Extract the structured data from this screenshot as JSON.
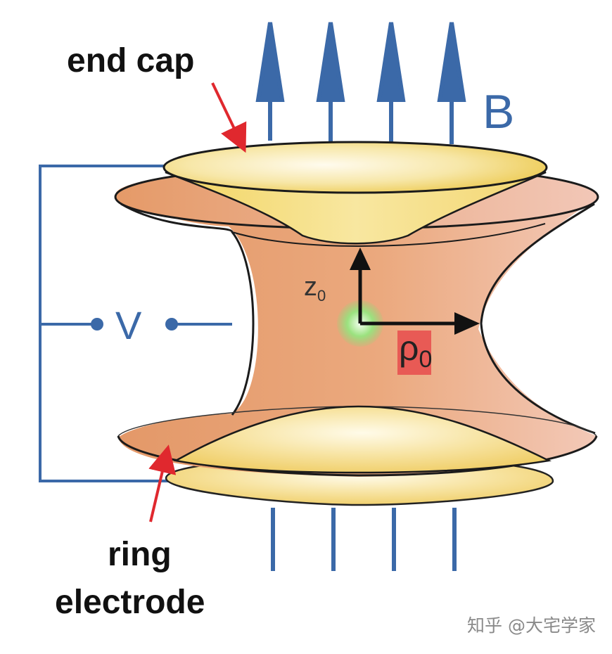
{
  "labels": {
    "end_cap": "end cap",
    "B": "B",
    "V": "V",
    "z0_main": "z",
    "z0_sub": "0",
    "rho0_main": "ρ",
    "rho0_sub": "0",
    "ring": "ring",
    "electrode": "electrode"
  },
  "watermark": "知乎 @大宅学家",
  "colors": {
    "field_blue": "#3b69a8",
    "ring_orange": "#e9a275",
    "endcap_yellow": "#f1d36a",
    "arrow_red": "#e0282e",
    "particle_green": "#7cd163",
    "rho_highlight": "#e85a55"
  }
}
